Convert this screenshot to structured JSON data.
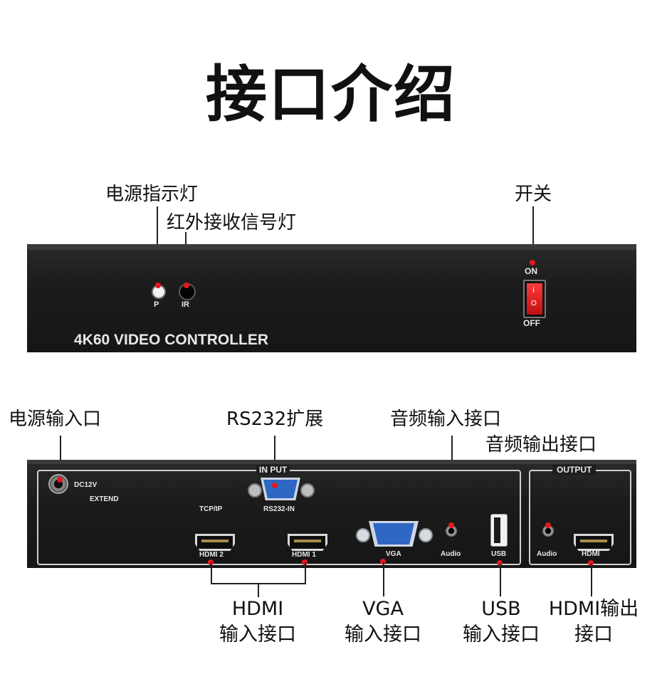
{
  "title": "接口介绍",
  "front": {
    "labels": {
      "power_led": "电源指示灯",
      "ir_led": "红外接收信号灯",
      "switch": "开关"
    },
    "silk": {
      "p": "P",
      "ir": "IR",
      "on": "ON",
      "off": "OFF",
      "model": "4K60 VIDEO CONTROLLER",
      "switch_on_mark": "I",
      "switch_off_mark": "O"
    }
  },
  "rear": {
    "labels": {
      "power_input": "电源输入口",
      "rs232": "RS232扩展",
      "audio_in": "音频输入接口",
      "audio_out": "音频输出接口",
      "hdmi_in_line1": "HDMI",
      "hdmi_in_line2": "输入接口",
      "vga_in_line1": "VGA",
      "vga_in_line2": "输入接口",
      "usb_in_line1": "USB",
      "usb_in_line2": "输入接口",
      "hdmi_out_line1": "HDMI输出",
      "hdmi_out_line2": "接口"
    },
    "silk": {
      "dc": "DC12V",
      "extend": "EXTEND",
      "tcpip": "TCP/IP",
      "input": "IN PUT",
      "rs232_in": "RS232-IN",
      "output": "OUTPUT",
      "hdmi2": "HDMI 2",
      "hdmi1": "HDMI 1",
      "vga": "VGA",
      "audio": "Audio",
      "usb": "USB",
      "audio_out": "Audio",
      "hdmi_out": "HDMI"
    }
  },
  "colors": {
    "marker": "#e6171e",
    "panel": "#1b1b1b",
    "vga_blue": "#2f67c4",
    "switch_red": "#d8171c"
  }
}
